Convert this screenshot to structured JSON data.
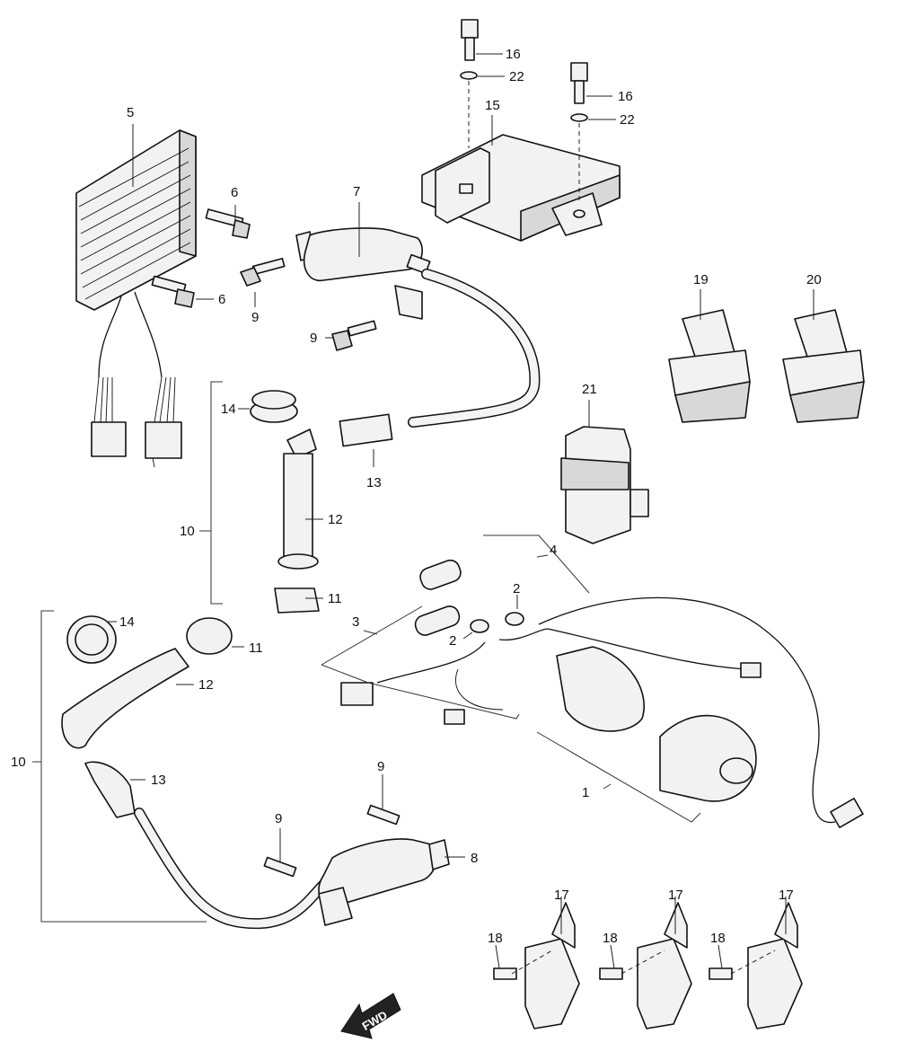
{
  "callouts": {
    "c1": "1",
    "c2a": "2",
    "c2b": "2",
    "c3": "3",
    "c4": "4",
    "c5": "5",
    "c6a": "6",
    "c6b": "6",
    "c7": "7",
    "c8": "8",
    "c9a": "9",
    "c9b": "9",
    "c9c": "9",
    "c9d": "9",
    "c10a": "10",
    "c10b": "10",
    "c11a": "11",
    "c11b": "11",
    "c12a": "12",
    "c12b": "12",
    "c13a": "13",
    "c13b": "13",
    "c14a": "14",
    "c14b": "14",
    "c15": "15",
    "c16a": "16",
    "c16b": "16",
    "c17a": "17",
    "c17b": "17",
    "c17c": "17",
    "c18a": "18",
    "c18b": "18",
    "c18c": "18",
    "c19": "19",
    "c20": "20",
    "c21": "21",
    "c22a": "22",
    "c22b": "22"
  },
  "fwd_label": "FWD"
}
